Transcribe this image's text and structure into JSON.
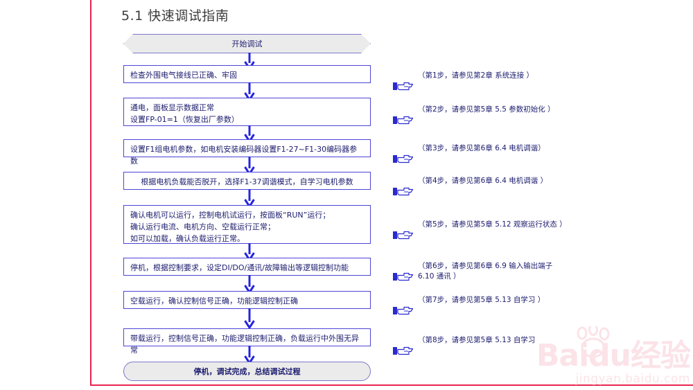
{
  "page": {
    "title": "5.1 快速调试指南",
    "frame_color": "#e8264e",
    "node_border_color": "#4b44d6",
    "arrow_color": "#2424e0",
    "text_color": "#1b1b6e",
    "terminal_fill": "#ebebeb"
  },
  "flow": {
    "start": {
      "label": "开始调试",
      "shape": "hexagon"
    },
    "end": {
      "label": "停机，调试完成，总结调试过程",
      "shape": "rounded"
    },
    "steps": [
      {
        "id": 1,
        "text": "检查外围电气接线已正确、牢固",
        "align": "left"
      },
      {
        "id": 2,
        "text": "通电，面板显示数据正常\n设置FP-01=1（恢复出厂参数）",
        "align": "left"
      },
      {
        "id": 3,
        "text": "设置F1组电机参数，如电机安装编码器设置F1-27~F1-30编码器参数",
        "align": "left"
      },
      {
        "id": 4,
        "text": "根据电机负载能否脱开，选择F1-37调谐模式，自学习电机参数",
        "align": "center"
      },
      {
        "id": 5,
        "text": "确认电机可以运行，控制电机试运行，按面板“RUN”运行；\n确认运行电流、电机方向、空载运行正常；\n如可以加载，确认负载运行正常。",
        "align": "left"
      },
      {
        "id": 6,
        "text": "停机，根据控制要求，设定DI/DO/通讯/故障输出等逻辑控制功能",
        "align": "left"
      },
      {
        "id": 7,
        "text": "空载运行，确认控制信号正确，功能逻辑控制正确",
        "align": "left"
      },
      {
        "id": 8,
        "text": "带载运行，控制信号正确，功能逻辑控制正确，负载运行中外围无异常",
        "align": "left"
      }
    ]
  },
  "notes": [
    {
      "id": 1,
      "icon": "pointing-hand-icon",
      "text": "（第1步，请参见第2章 系统连接 ）"
    },
    {
      "id": 2,
      "icon": "pointing-hand-icon",
      "text": "（第2步，请参见第5章 5.5 参数初始化 ）"
    },
    {
      "id": 3,
      "icon": "pointing-hand-icon",
      "text": "（第3步，请参见第6章 6.4 电机调谐）"
    },
    {
      "id": 4,
      "icon": "pointing-hand-icon",
      "text": "（第4步，请参见第6章 6.4 电机调谐 ）"
    },
    {
      "id": 5,
      "icon": "pointing-hand-icon",
      "text": "（第5步，请参见第5章 5.12 观察运行状态 ）"
    },
    {
      "id": 6,
      "icon": "pointing-hand-icon",
      "text": "（第6步，请参见第6章 6.9 输入输出端子\n                        6.10 通讯 ）"
    },
    {
      "id": 7,
      "icon": "pointing-hand-icon",
      "text": "（第7步，请参见第5章 5.13 自学习 ）"
    },
    {
      "id": 8,
      "icon": "pointing-hand-icon",
      "text": "（第8步，请参见第5章 5.13 自学习"
    }
  ],
  "watermark": {
    "brand": "Baidu经验",
    "url": "jingyan.baidu.com",
    "color": "#fbe3e8"
  }
}
